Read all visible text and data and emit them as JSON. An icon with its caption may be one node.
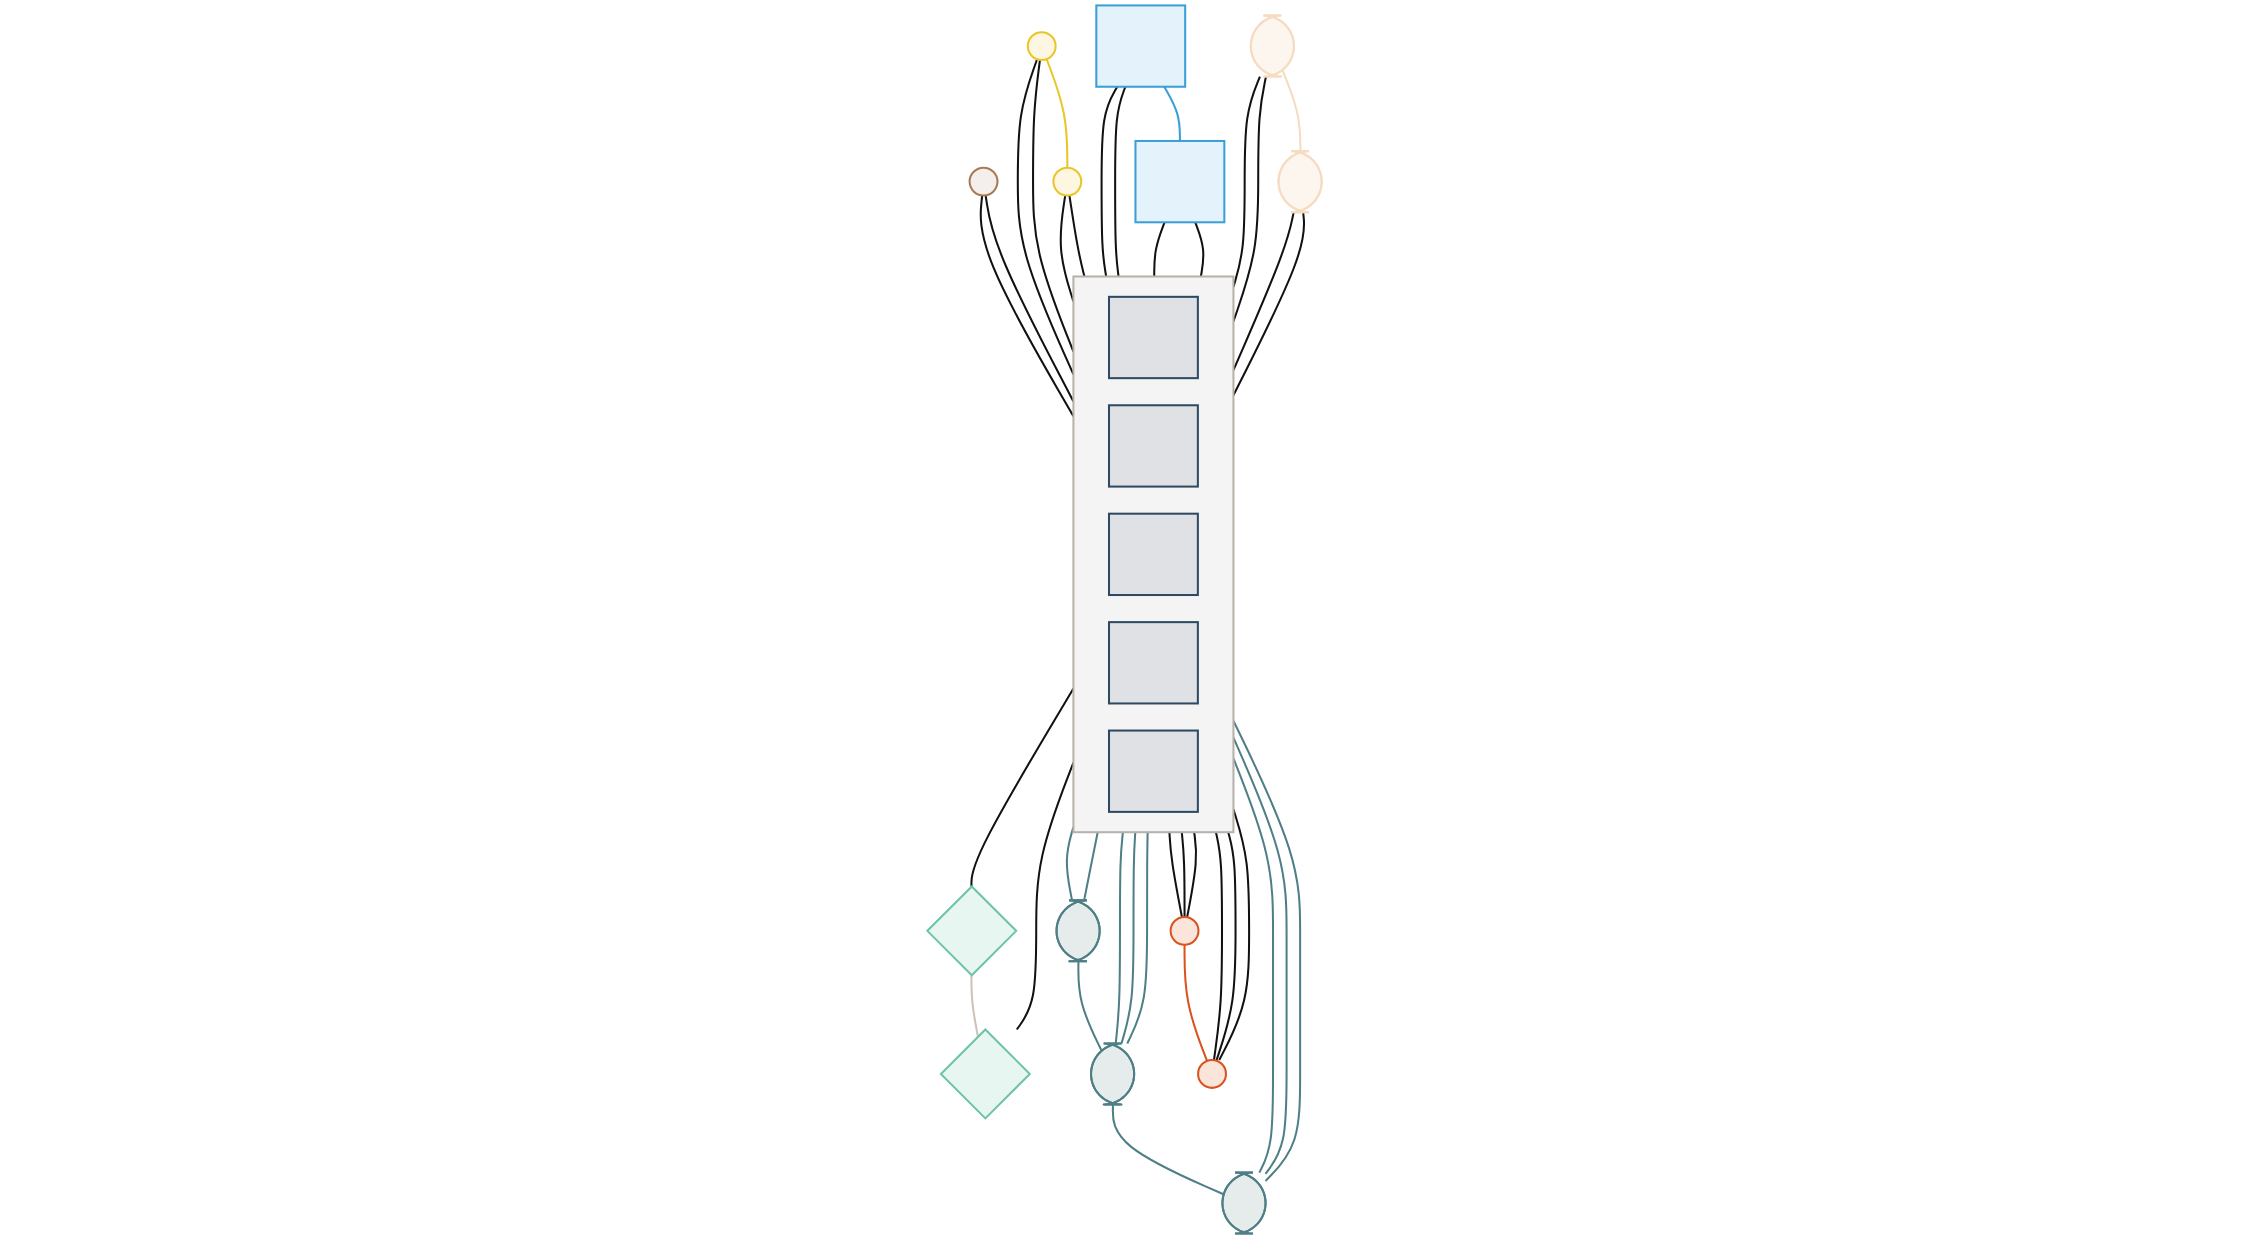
{
  "diagram": {
    "nodes": [
      {
        "text": [],
        "shape": "circle"
      },
      {
        "text": [],
        "shape": "circle"
      },
      {
        "text": [],
        "shape": "circle"
      },
      {
        "text": [],
        "shape": "box"
      },
      {
        "text": [],
        "shape": "box"
      },
      {
        "text": [],
        "shape": "box"
      },
      {
        "text": [],
        "shape": "bar",
        "in": 5
      },
      {
        "text": [],
        "shape": "bar",
        "in": 5
      },
      {
        "text": [],
        "shape": "bar",
        "in": 5
      },
      {
        "text": [],
        "shape": "bar",
        "in": 5
      },
      {
        "text": [],
        "shape": "bar",
        "in": 5
      },
      {
        "text": [],
        "shape": "ellipse"
      },
      {
        "text": [],
        "shape": "ellipse"
      },
      {
        "text": [],
        "shape": "diamond"
      },
      {
        "text": [],
        "shape": "diamond"
      },
      {
        "text": [],
        "shape": "ellipse"
      },
      {
        "text": [],
        "shape": "ellipse"
      },
      {
        "text": [],
        "shape": "ellipse"
      },
      {
        "text": [],
        "shape": "circle"
      },
      {
        "text": [],
        "shape": "circle"
      }
    ],
    "edges": [
      {
        "from": 0,
        "to": 5,
        "arrow": "none"
      },
      {
        "from": 0,
        "to": 5,
        "arrow": "none"
      },
      {
        "from": 1,
        "to": 2,
        "arrow": "none",
        "color": "#e8c62a"
      },
      {
        "from": 1,
        "to": 5,
        "arrow": "none"
      },
      {
        "from": 1,
        "to": 5,
        "arrow": "none"
      },
      {
        "from": 2,
        "to": 5,
        "arrow": "none"
      },
      {
        "from": 2,
        "to": 5,
        "arrow": "none"
      },
      {
        "from": 3,
        "to": 4,
        "arrow": "none",
        "color": "#3a9fd6"
      },
      {
        "from": 3,
        "to": 5,
        "arrow": "none"
      },
      {
        "from": 3,
        "to": 5,
        "arrow": "none"
      },
      {
        "from": 4,
        "to": 5,
        "arrow": "none"
      },
      {
        "from": 4,
        "to": 5,
        "arrow": "none"
      },
      {
        "from": 11,
        "to": 5,
        "arrow": "none"
      },
      {
        "from": 11,
        "to": 5,
        "arrow": "none"
      },
      {
        "from": 11,
        "to": 12,
        "arrow": "none",
        "color": "#f5dcc0"
      },
      {
        "from": 12,
        "to": 5,
        "arrow": "none"
      },
      {
        "from": 12,
        "to": 5,
        "arrow": "none"
      },
      {
        "from": 5,
        "to": 13,
        "arrow": "none"
      },
      {
        "from": 13,
        "to": 14,
        "arrow": "none",
        "color": "#cfc0b8"
      },
      {
        "from": 5,
        "to": 14,
        "arrow": "none"
      },
      {
        "from": 5,
        "to": 15,
        "arrow": "none",
        "color": "#4f7f86"
      },
      {
        "from": 5,
        "to": 15,
        "arrow": "none",
        "color": "#4f7f86"
      },
      {
        "from": 5,
        "to": 16,
        "arrow": "none",
        "color": "#4f7f86"
      },
      {
        "from": 5,
        "to": 16,
        "arrow": "none",
        "color": "#4f7f86"
      },
      {
        "from": 5,
        "to": 16,
        "arrow": "none",
        "color": "#4f7f86"
      },
      {
        "from": 5,
        "to": 17,
        "arrow": "none",
        "color": "#4f7f86"
      },
      {
        "from": 5,
        "to": 17,
        "arrow": "none",
        "color": "#4f7f86"
      },
      {
        "from": 5,
        "to": 17,
        "arrow": "none",
        "color": "#4f7f86"
      },
      {
        "from": 15,
        "to": 16,
        "arrow": "none",
        "color": "#4f7f86"
      },
      {
        "from": 16,
        "to": 17,
        "arrow": "none",
        "color": "#4f7f86"
      },
      {
        "from": 5,
        "to": 18,
        "arrow": "none"
      },
      {
        "from": 5,
        "to": 18,
        "arrow": "none"
      },
      {
        "from": 5,
        "to": 18,
        "arrow": "none"
      },
      {
        "from": 5,
        "to": 19,
        "arrow": "none"
      },
      {
        "from": 5,
        "to": 19,
        "arrow": "none"
      },
      {
        "from": 5,
        "to": 19,
        "arrow": "none"
      },
      {
        "from": 18,
        "to": 19,
        "arrow": "none",
        "color": "#d9531e"
      }
    ]
  }
}
